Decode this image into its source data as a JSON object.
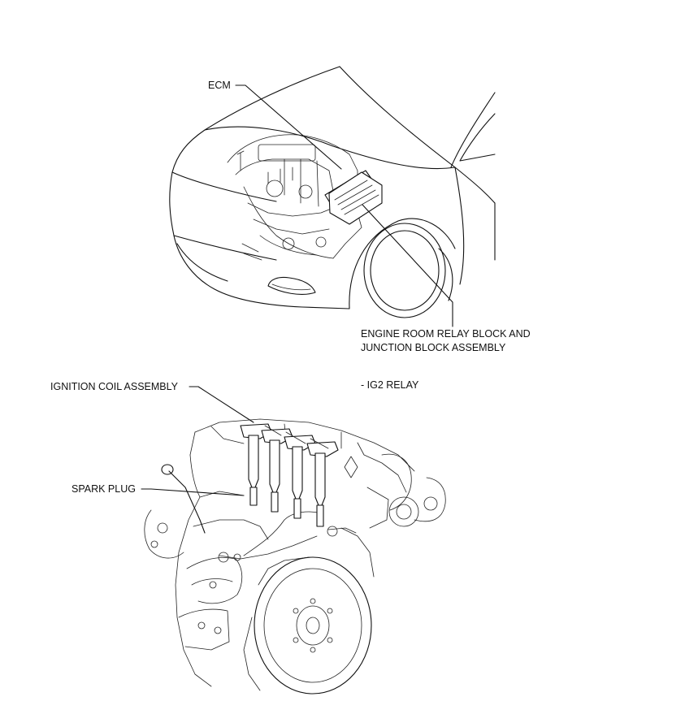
{
  "labels": {
    "ecm": "ECM",
    "relay_block_line1": "ENGINE ROOM RELAY BLOCK AND",
    "relay_block_line2": "JUNCTION BLOCK ASSEMBLY",
    "ig2_relay": "- IG2 RELAY",
    "ignition_coil": "IGNITION COIL ASSEMBLY",
    "spark_plug": "SPARK PLUG"
  }
}
